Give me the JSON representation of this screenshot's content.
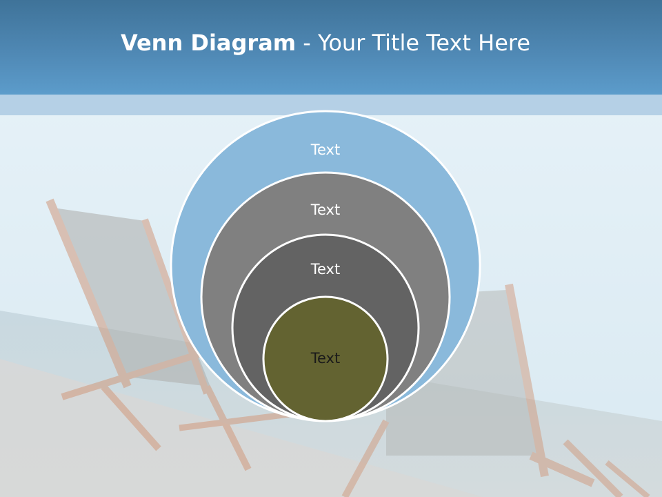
{
  "slide": {
    "title_bold": "Venn Diagram",
    "title_rest": " - Your Title Text Here"
  },
  "diagram": {
    "type": "nested-circles",
    "circles": [
      {
        "label": "Text",
        "color": "#8ab9db",
        "text_color": "#ffffff"
      },
      {
        "label": "Text",
        "color": "#808080",
        "text_color": "#ffffff"
      },
      {
        "label": "Text",
        "color": "#636363",
        "text_color": "#ffffff"
      },
      {
        "label": "Text",
        "color": "#636331",
        "text_color": "#1a1a1a"
      }
    ]
  },
  "colors": {
    "header": "#4f88b4",
    "header_band": "#b5d0e6",
    "outline": "#ffffff"
  }
}
